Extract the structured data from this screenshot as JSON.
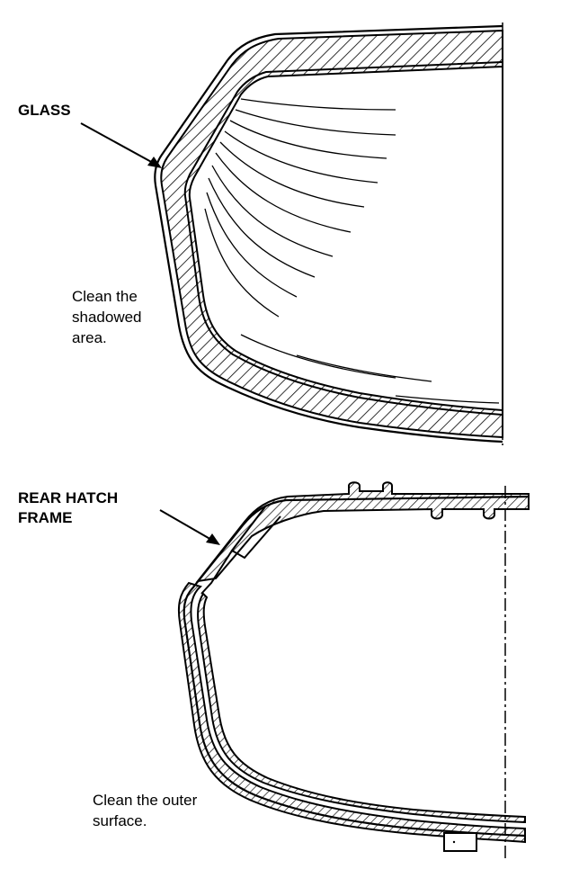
{
  "glass_diagram": {
    "callout": "GLASS",
    "note_lines": [
      "Clean the",
      "shadowed",
      "area."
    ]
  },
  "frame_diagram": {
    "callout_lines": [
      "REAR HATCH",
      "FRAME"
    ],
    "note_lines": [
      "Clean the outer",
      "surface."
    ]
  },
  "colors": {
    "ink": "#000000",
    "paper": "#ffffff"
  }
}
